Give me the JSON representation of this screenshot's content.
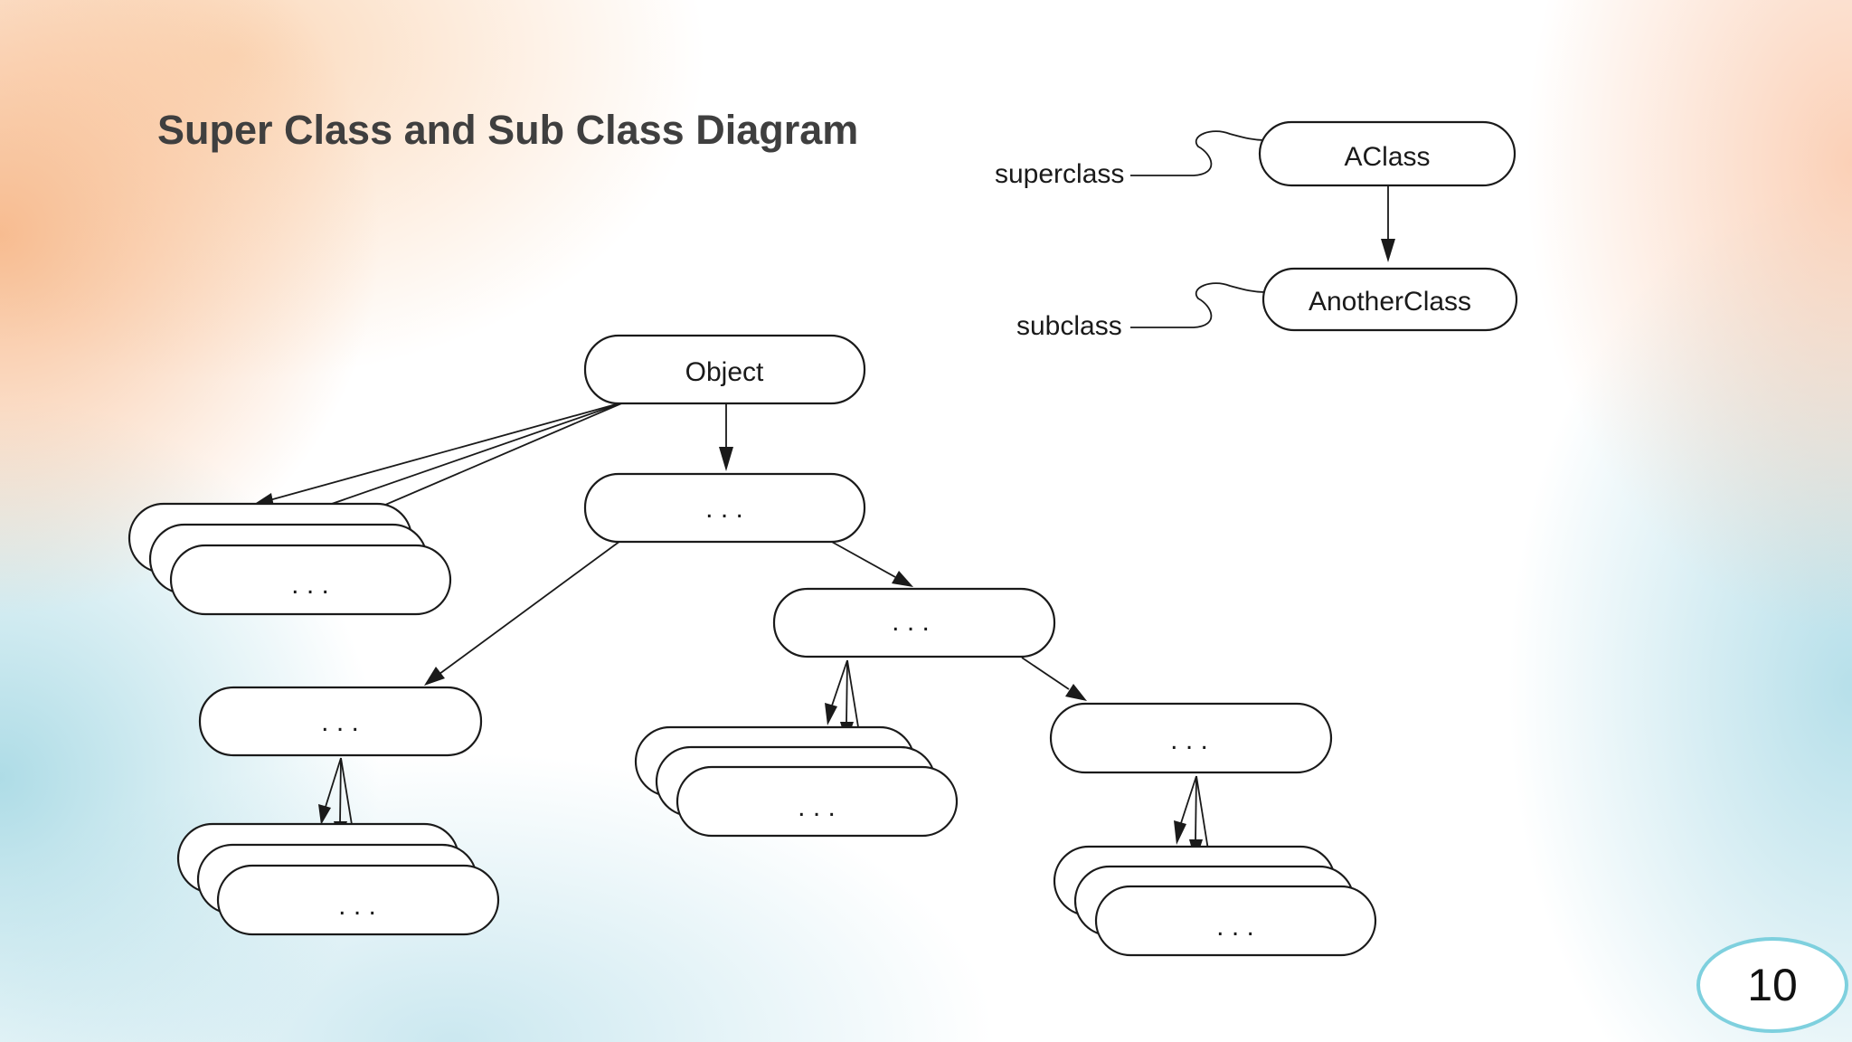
{
  "slide": {
    "title": "Super Class and Sub Class Diagram",
    "page_number": "10"
  },
  "legend": {
    "superclass_label": "superclass",
    "subclass_label": "subclass",
    "aclass": "AClass",
    "anotherclass": "AnotherClass"
  },
  "tree": {
    "root": "Object",
    "ellipsis": ". . ."
  },
  "colors": {
    "title": "#3f3f3f",
    "badge_border": "#7ed0de",
    "stroke": "#1a1a1a"
  }
}
